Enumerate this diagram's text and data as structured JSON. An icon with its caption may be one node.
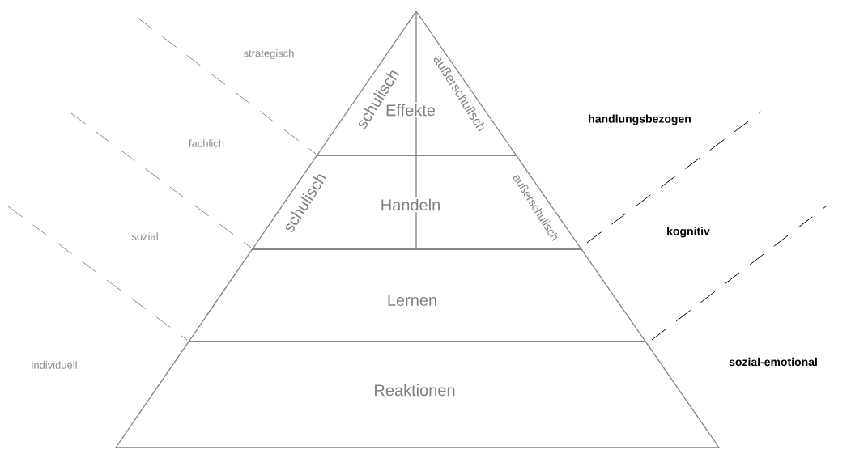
{
  "diagram": {
    "nodes": [
      {
        "text": [
          "Effekte",
          "schulisch",
          "außerschulisch"
        ]
      },
      {
        "text": [
          "Handeln",
          "schulisch",
          "außerschulisch"
        ]
      },
      {
        "text": [
          "Lernen"
        ]
      },
      {
        "text": [
          "Reaktionen"
        ]
      }
    ],
    "labels": [
      "strategisch",
      "handlungsbezogen",
      "fachlich",
      "kognitiv",
      "sozial",
      "individuell",
      "sozial-emotional"
    ]
  }
}
